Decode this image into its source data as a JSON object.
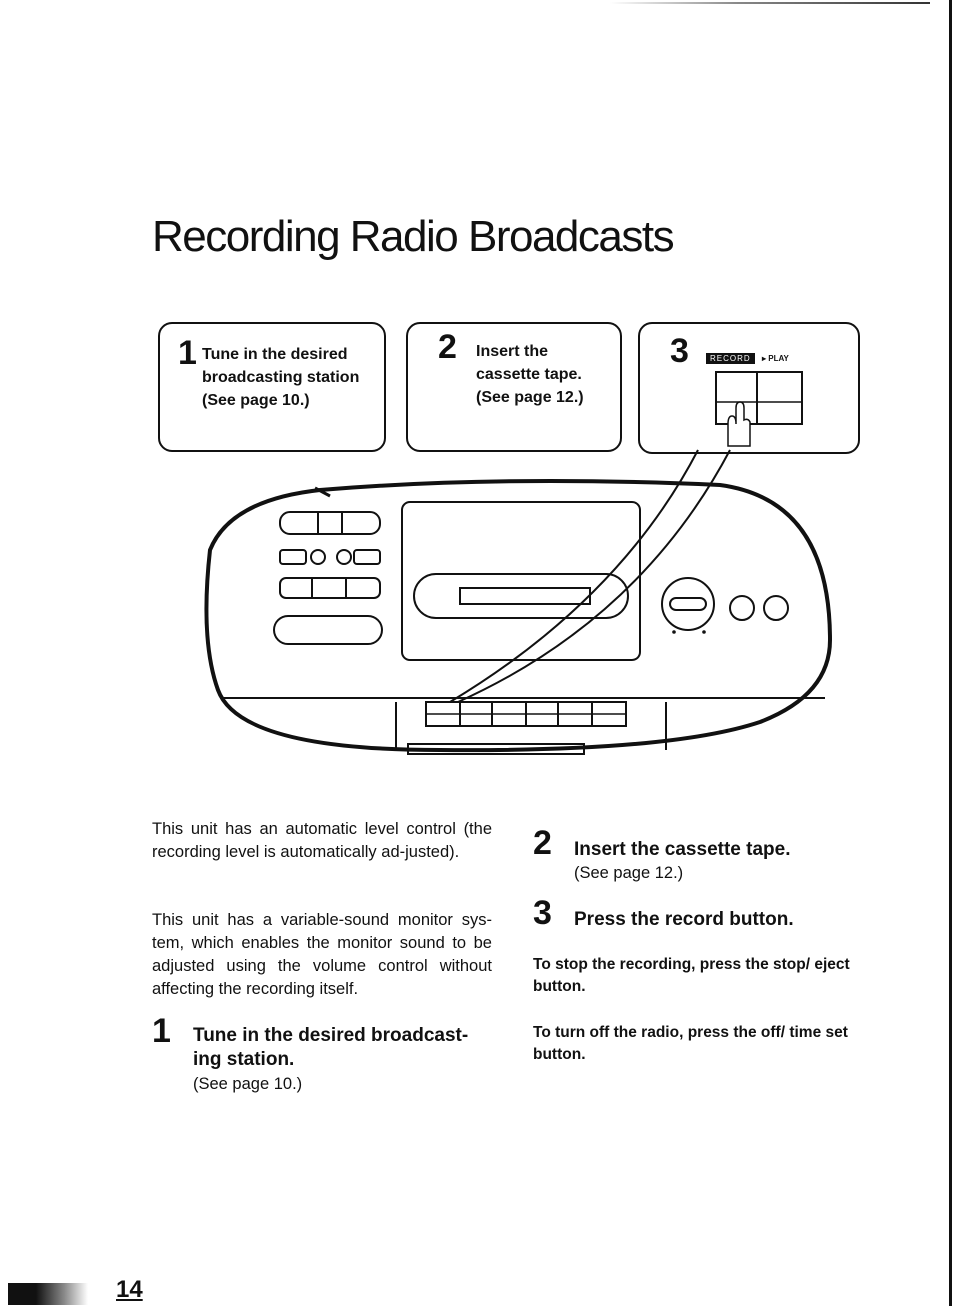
{
  "title": "Recording Radio Broadcasts",
  "callouts": [
    {
      "num": "1",
      "lines": [
        "Tune in the desired",
        "broadcasting station",
        "(See page 10.)"
      ]
    },
    {
      "num": "2",
      "lines": [
        "Insert the",
        "cassette tape.",
        "(See page 12.)"
      ]
    },
    {
      "num": "3",
      "record_label": "RECORD",
      "play_label": "▸ PLAY"
    }
  ],
  "intro": [
    "This unit has an automatic level control (the recording level is automatically ad-justed).",
    "This unit has a variable-sound monitor sys-tem, which enables the monitor sound to be adjusted using the volume control without affecting the recording itself."
  ],
  "steps": [
    {
      "num": "1",
      "title_lines": [
        "Tune in the desired broadcast-",
        "ing station."
      ],
      "sub": "(See page 10.)"
    },
    {
      "num": "2",
      "title_lines": [
        "Insert the cassette tape."
      ],
      "sub": "(See page 12.)"
    },
    {
      "num": "3",
      "title_lines": [
        "Press the record button."
      ],
      "sub": ""
    }
  ],
  "notes": [
    "To stop the recording, press the stop/ eject button.",
    "To turn off the radio, press the off/ time set button."
  ],
  "page_number": "14"
}
